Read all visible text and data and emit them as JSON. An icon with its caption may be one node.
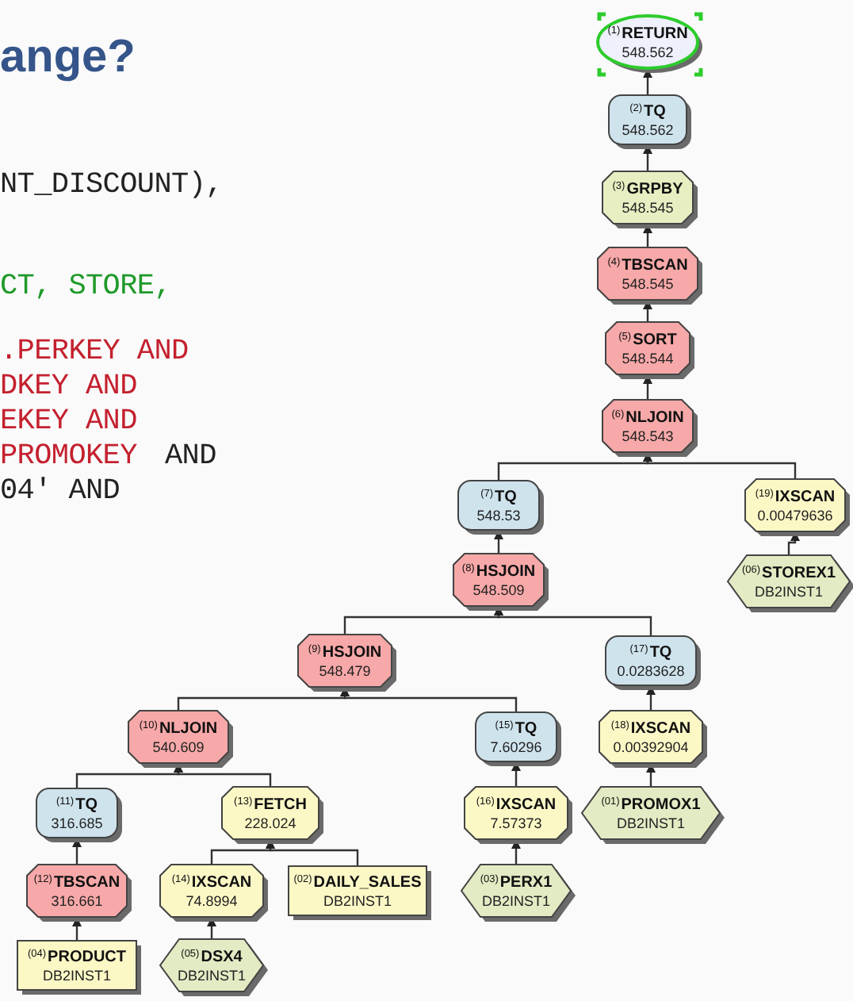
{
  "diagram": {
    "title": "ange?",
    "nodes": [
      {
        "text": [
          "$^{(1)}$RETURN",
          "548.562"
        ]
      },
      {
        "text": [
          "$^{(2)}$TQ",
          "548.562"
        ]
      },
      {
        "text": [
          "$^{(3)}$GRPBY",
          "548.545"
        ]
      },
      {
        "text": [
          "$^{(4)}$TBSCAN",
          "548.545"
        ]
      },
      {
        "text": [
          "$^{(5)}$SORT",
          "548.544"
        ]
      },
      {
        "text": [
          "$^{(6)}$NLJOIN",
          "548.543"
        ]
      },
      {
        "text": [
          "$^{(7)}$TQ",
          "548.53"
        ]
      },
      {
        "text": [
          "$^{(19)}$IXSCAN",
          "0.00479636"
        ]
      },
      {
        "text": [
          "$^{(8)}$HSJOIN",
          "548.509"
        ]
      },
      {
        "text": [
          "$^{(06)}$STOREX1",
          "DB2INST1"
        ]
      },
      {
        "text": [
          "$^{(9)}$HSJOIN",
          "548.479"
        ]
      },
      {
        "text": [
          "$^{(17)}$TQ",
          "0.0283628"
        ]
      },
      {
        "text": [
          "$^{(10)}$NLJOIN",
          "540.609"
        ]
      },
      {
        "text": [
          "$^{(15)}$TQ",
          "7.60296"
        ]
      },
      {
        "text": [
          "$^{(18)}$IXSCAN",
          "0.00392904"
        ]
      },
      {
        "text": [
          "$^{(11)}$TQ",
          "316.685"
        ]
      },
      {
        "text": [
          "$^{(13)}$FETCH",
          "228.024"
        ]
      },
      {
        "text": [
          "$^{(16)}$IXSCAN",
          "7.57373"
        ]
      },
      {
        "text": [
          "$^{(01)}$PROMOX1",
          "DB2INST1"
        ]
      },
      {
        "text": [
          "$^{(12)}$TBSCAN",
          "316.661"
        ]
      },
      {
        "text": [
          "$^{(14)}$IXSCAN",
          "74.8994"
        ]
      },
      {
        "text": [
          "$^{(02)}$DAILY_SALES",
          "DB2INST1"
        ]
      },
      {
        "text": [
          "$^{(03)}$PERX1",
          "DB2INST1"
        ]
      },
      {
        "text": [
          "$^{(04)}$PRODUCT",
          "DB2INST1"
        ]
      },
      {
        "text": [
          "$^{(05)}$DSX4",
          "DB2INST1"
        ]
      }
    ],
    "edges": [
      {
        "from": 1,
        "to": 0,
        "arrow": "to"
      },
      {
        "from": 2,
        "to": 1,
        "arrow": "to"
      },
      {
        "from": 3,
        "to": 2,
        "arrow": "to"
      },
      {
        "from": 4,
        "to": 3,
        "arrow": "to"
      },
      {
        "from": 5,
        "to": 4,
        "arrow": "to"
      },
      {
        "from": 6,
        "to": 5,
        "arrow": "to"
      },
      {
        "from": 7,
        "to": 5,
        "arrow": "to"
      },
      {
        "from": 8,
        "to": 6,
        "arrow": "to"
      },
      {
        "from": 9,
        "to": 7,
        "arrow": "to"
      },
      {
        "from": 10,
        "to": 8,
        "arrow": "to"
      },
      {
        "from": 11,
        "to": 8,
        "arrow": "to"
      },
      {
        "from": 12,
        "to": 10,
        "arrow": "to"
      },
      {
        "from": 13,
        "to": 10,
        "arrow": "to"
      },
      {
        "from": 14,
        "to": 11,
        "arrow": "to"
      },
      {
        "from": 15,
        "to": 12,
        "arrow": "to"
      },
      {
        "from": 16,
        "to": 12,
        "arrow": "to"
      },
      {
        "from": 17,
        "to": 13,
        "arrow": "to"
      },
      {
        "from": 18,
        "to": 14,
        "arrow": "to"
      },
      {
        "from": 19,
        "to": 15,
        "arrow": "to"
      },
      {
        "from": 20,
        "to": 16,
        "arrow": "to"
      },
      {
        "from": 21,
        "to": 16,
        "arrow": "to"
      },
      {
        "from": 22,
        "to": 17,
        "arrow": "to"
      },
      {
        "from": 23,
        "to": 19,
        "arrow": "to"
      },
      {
        "from": 24,
        "to": 20,
        "arrow": "to"
      }
    ],
    "labels": [
      "NT_DISCOUNT),",
      "CT, STORE,",
      ".PERKEY AND",
      "DKEY AND",
      "EKEY AND",
      "PROMOKEY",
      "AND",
      "04' AND"
    ]
  }
}
